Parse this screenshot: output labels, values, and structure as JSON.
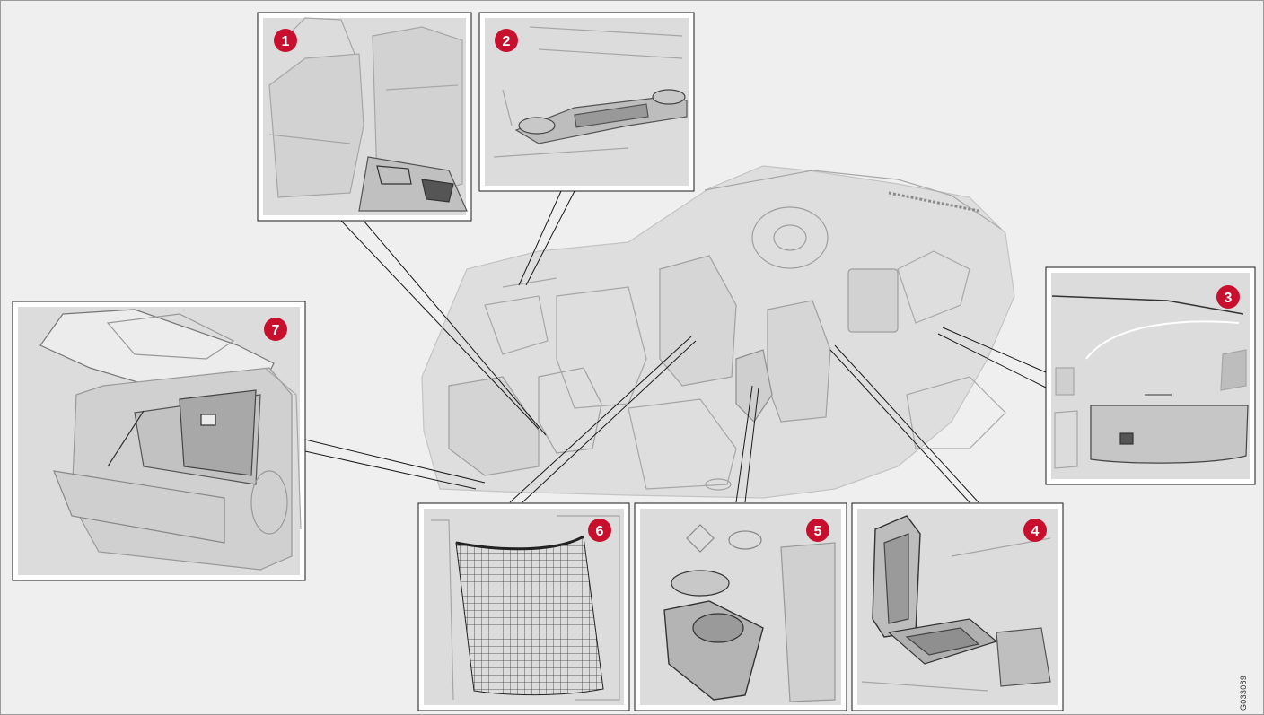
{
  "callouts": [
    {
      "id": "callout-1",
      "number": "1"
    },
    {
      "id": "callout-2",
      "number": "2"
    },
    {
      "id": "callout-3",
      "number": "3"
    },
    {
      "id": "callout-4",
      "number": "4"
    },
    {
      "id": "callout-5",
      "number": "5"
    },
    {
      "id": "callout-6",
      "number": "6"
    },
    {
      "id": "callout-7",
      "number": "7"
    }
  ],
  "figure_code": "G033089",
  "colors": {
    "badge": "#c8102e",
    "badge_text": "#ffffff",
    "background": "#efefef",
    "panel_fill": "#dcdcdc",
    "line_art": "#a8a8a8",
    "leader_line": "#1a1a1a"
  }
}
